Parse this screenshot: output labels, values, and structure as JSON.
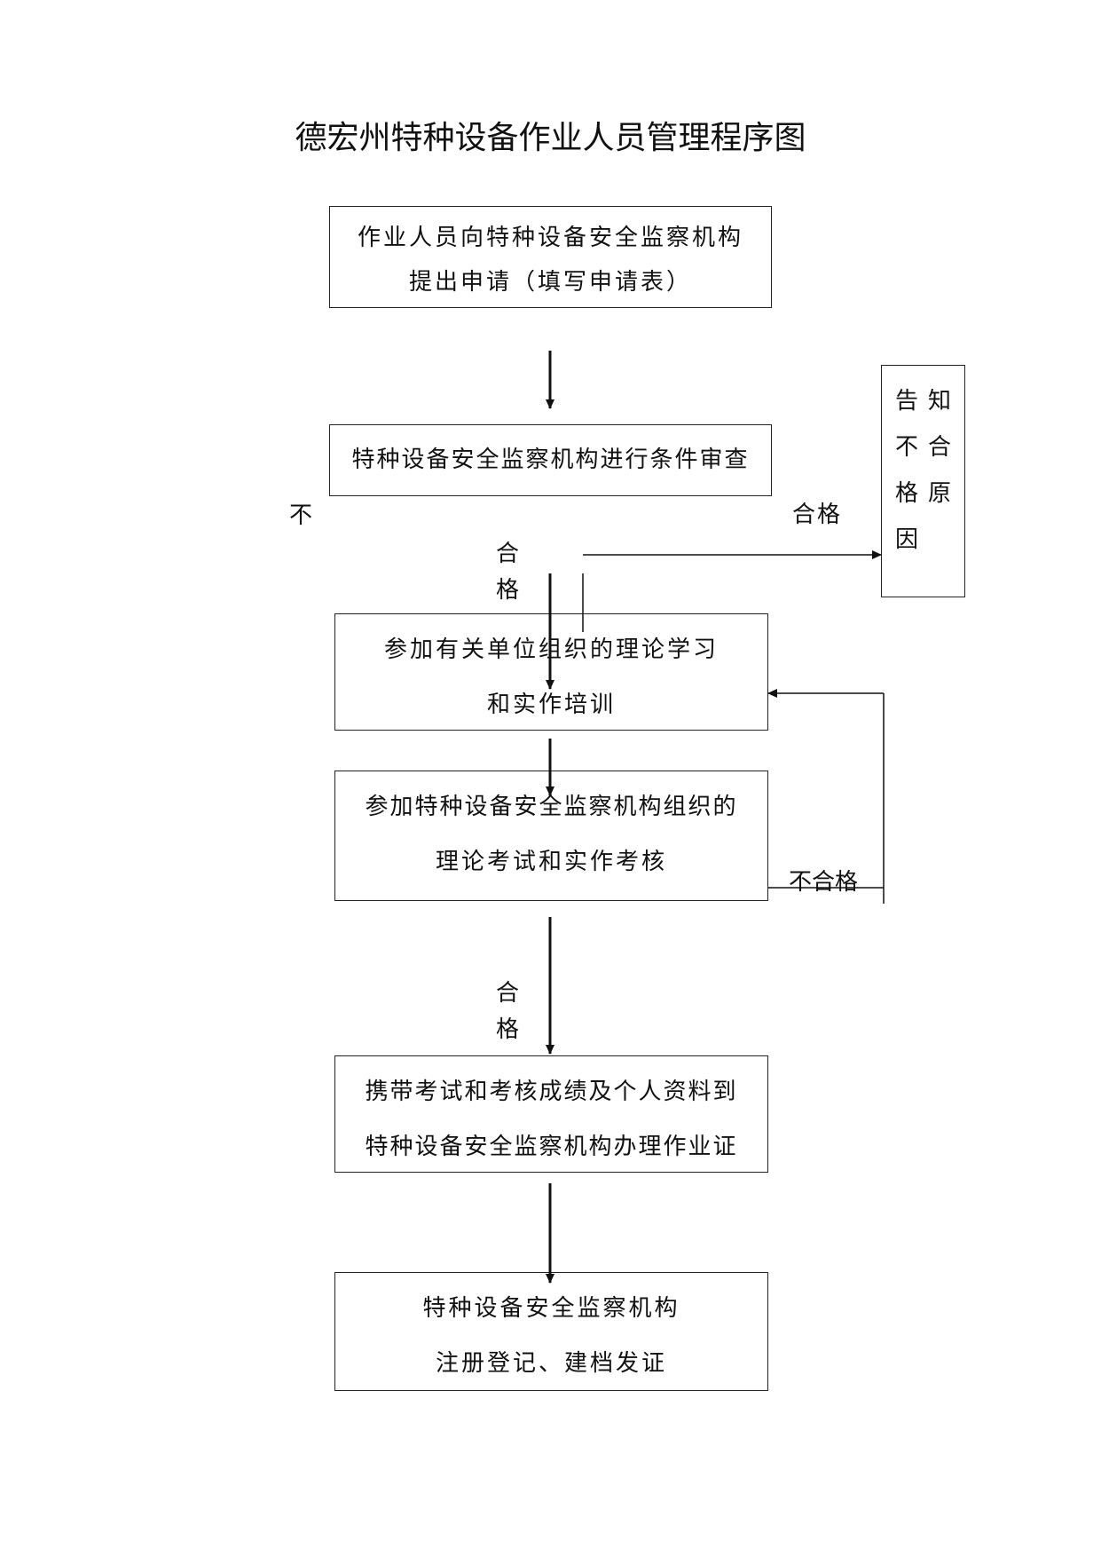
{
  "title": "德宏州特种设备作业人员管理程序图",
  "steps": [
    {
      "line1": "作业人员向特种设备安全监察机构",
      "line2": "提出申请（填写申请表）"
    },
    {
      "line1": "特种设备安全监察机构进行条件审查"
    },
    {
      "line1": "参加有关单位组织的理论学习",
      "line2": "和实作培训"
    },
    {
      "line1": "参加特种设备安全监察机构组织的",
      "line2": "理论考试和实作考核"
    },
    {
      "line1": "携带考试和考核成绩及个人资料到",
      "line2": "特种设备安全监察机构办理作业证"
    },
    {
      "line1": "特种设备安全监察机构",
      "line2": "注册登记、建档发证"
    }
  ],
  "notify_box": {
    "col1": [
      "告",
      "不",
      "格",
      "因"
    ],
    "col2": [
      "知",
      "合",
      "原"
    ]
  },
  "labels": {
    "buhe_left": "不",
    "hege_right": "合格",
    "he_1": "合",
    "ge_1": "格",
    "buhege": "不合格",
    "he_2": "合",
    "ge_2": "格"
  }
}
